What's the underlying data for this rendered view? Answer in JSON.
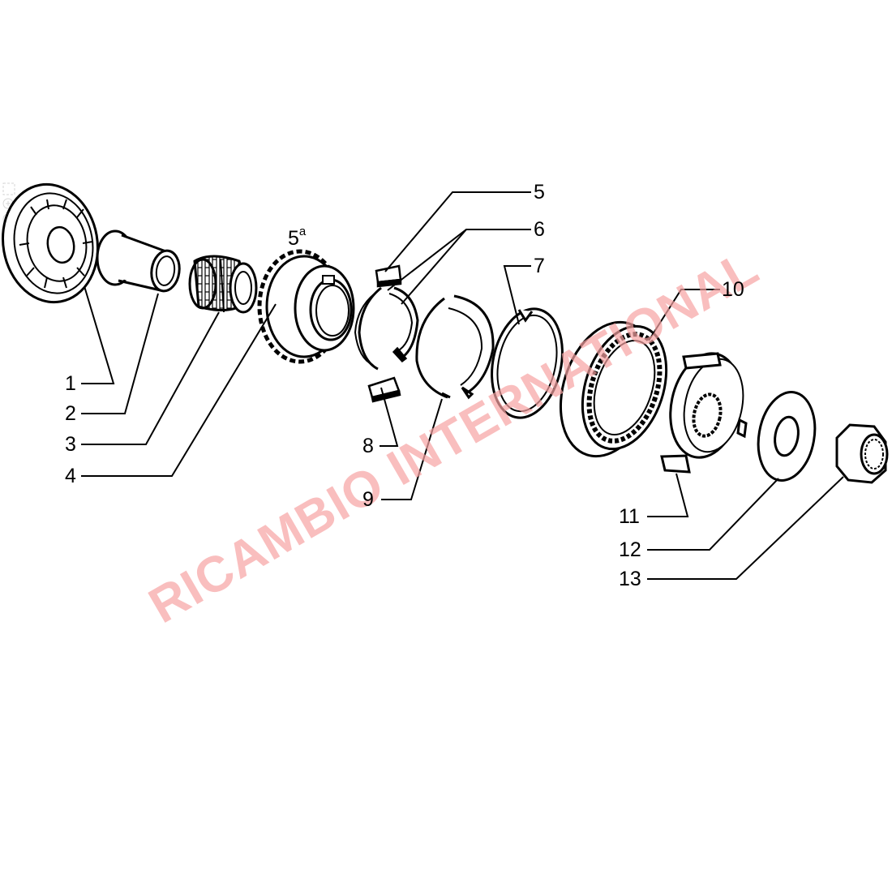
{
  "diagram": {
    "callouts": [
      {
        "id": "c1",
        "text": "1"
      },
      {
        "id": "c2",
        "text": "2"
      },
      {
        "id": "c3",
        "text": "3"
      },
      {
        "id": "c4",
        "text": "4"
      },
      {
        "id": "c5",
        "text": "5"
      },
      {
        "id": "c6",
        "text": "6"
      },
      {
        "id": "c7",
        "text": "7"
      },
      {
        "id": "c8",
        "text": "8"
      },
      {
        "id": "c9",
        "text": "9"
      },
      {
        "id": "c10",
        "text": "10"
      },
      {
        "id": "c11",
        "text": "11"
      },
      {
        "id": "c12",
        "text": "12"
      },
      {
        "id": "c13",
        "text": "13"
      }
    ],
    "gear_label": {
      "main": "5",
      "sup": "a"
    },
    "watermark": "RICAMBIO INTERNATIONAL"
  },
  "toolbar": {
    "icons": [
      "selection-icon",
      "zoom-in-icon",
      "zoom-out-icon"
    ]
  },
  "colors": {
    "line": "#000000",
    "watermark": "#f7a3a3",
    "background": "#ffffff"
  }
}
